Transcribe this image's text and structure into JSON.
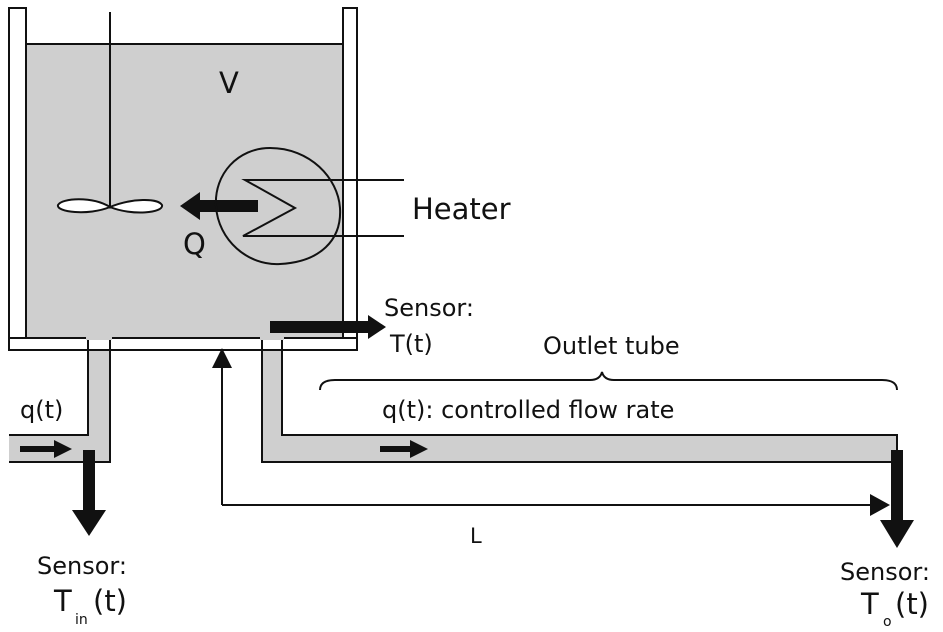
{
  "colors": {
    "fluid": "#cfcfcf",
    "stroke": "#111111",
    "background": "#ffffff"
  },
  "labels": {
    "volume": "V",
    "heat": "Q",
    "heater": "Heater",
    "sensor_tank": "Sensor:",
    "sensor_tank_value": "T(t)",
    "outlet_tube": "Outlet tube",
    "inlet_flow": "q(t)",
    "controlled_flow": "q(t): controlled flow rate",
    "length": "L",
    "sensor_in": "Sensor:",
    "sensor_in_T": "T",
    "sensor_in_sub": "in",
    "sensor_in_t": "(t)",
    "sensor_out": "Sensor:",
    "sensor_out_T": "T",
    "sensor_out_sub": "o",
    "sensor_out_t": "(t)"
  }
}
